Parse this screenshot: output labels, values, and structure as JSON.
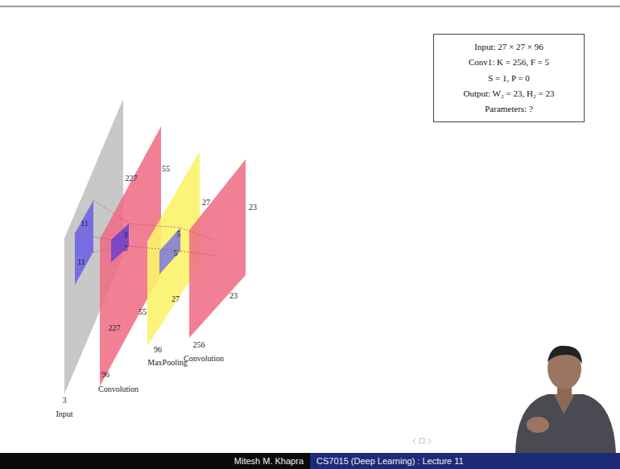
{
  "diagram": {
    "nodes": [
      {
        "text": [
          "Input: 27 × 27 × 96",
          "Conv1: K = 256, F = 5",
          "S = 1, P = 0",
          "Output: W₂ = 23, H₂ = 23",
          "Parameters: ?"
        ]
      },
      {
        "text": [
          "Mitesh M. Khapra",
          "CS7015 (Deep Learning) : Lecture 11"
        ]
      }
    ],
    "labels": [
      "227",
      "227",
      "3",
      "Input",
      "11",
      "11",
      "96",
      "Convolution",
      "55",
      "55",
      "3",
      "3",
      "96",
      "MaxPooling",
      "27",
      "27",
      "5",
      "5",
      "256",
      "Convolution",
      "23",
      "23"
    ]
  }
}
